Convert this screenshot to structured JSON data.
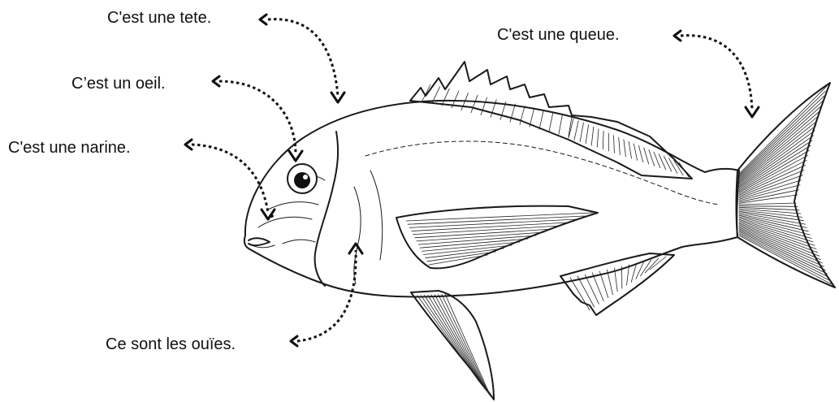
{
  "labels": {
    "tete": "C'est une tete.",
    "queue": "C'est une queue.",
    "oeil": "C’est un oeil.",
    "narine": "C'est une narine.",
    "ouies": "Ce sont les ouïes."
  },
  "illustration": {
    "subject_icon": "fish-icon",
    "arrow_style": "dashed-curved-arrow",
    "ink_color": "#111111",
    "background_color": "#ffffff"
  }
}
